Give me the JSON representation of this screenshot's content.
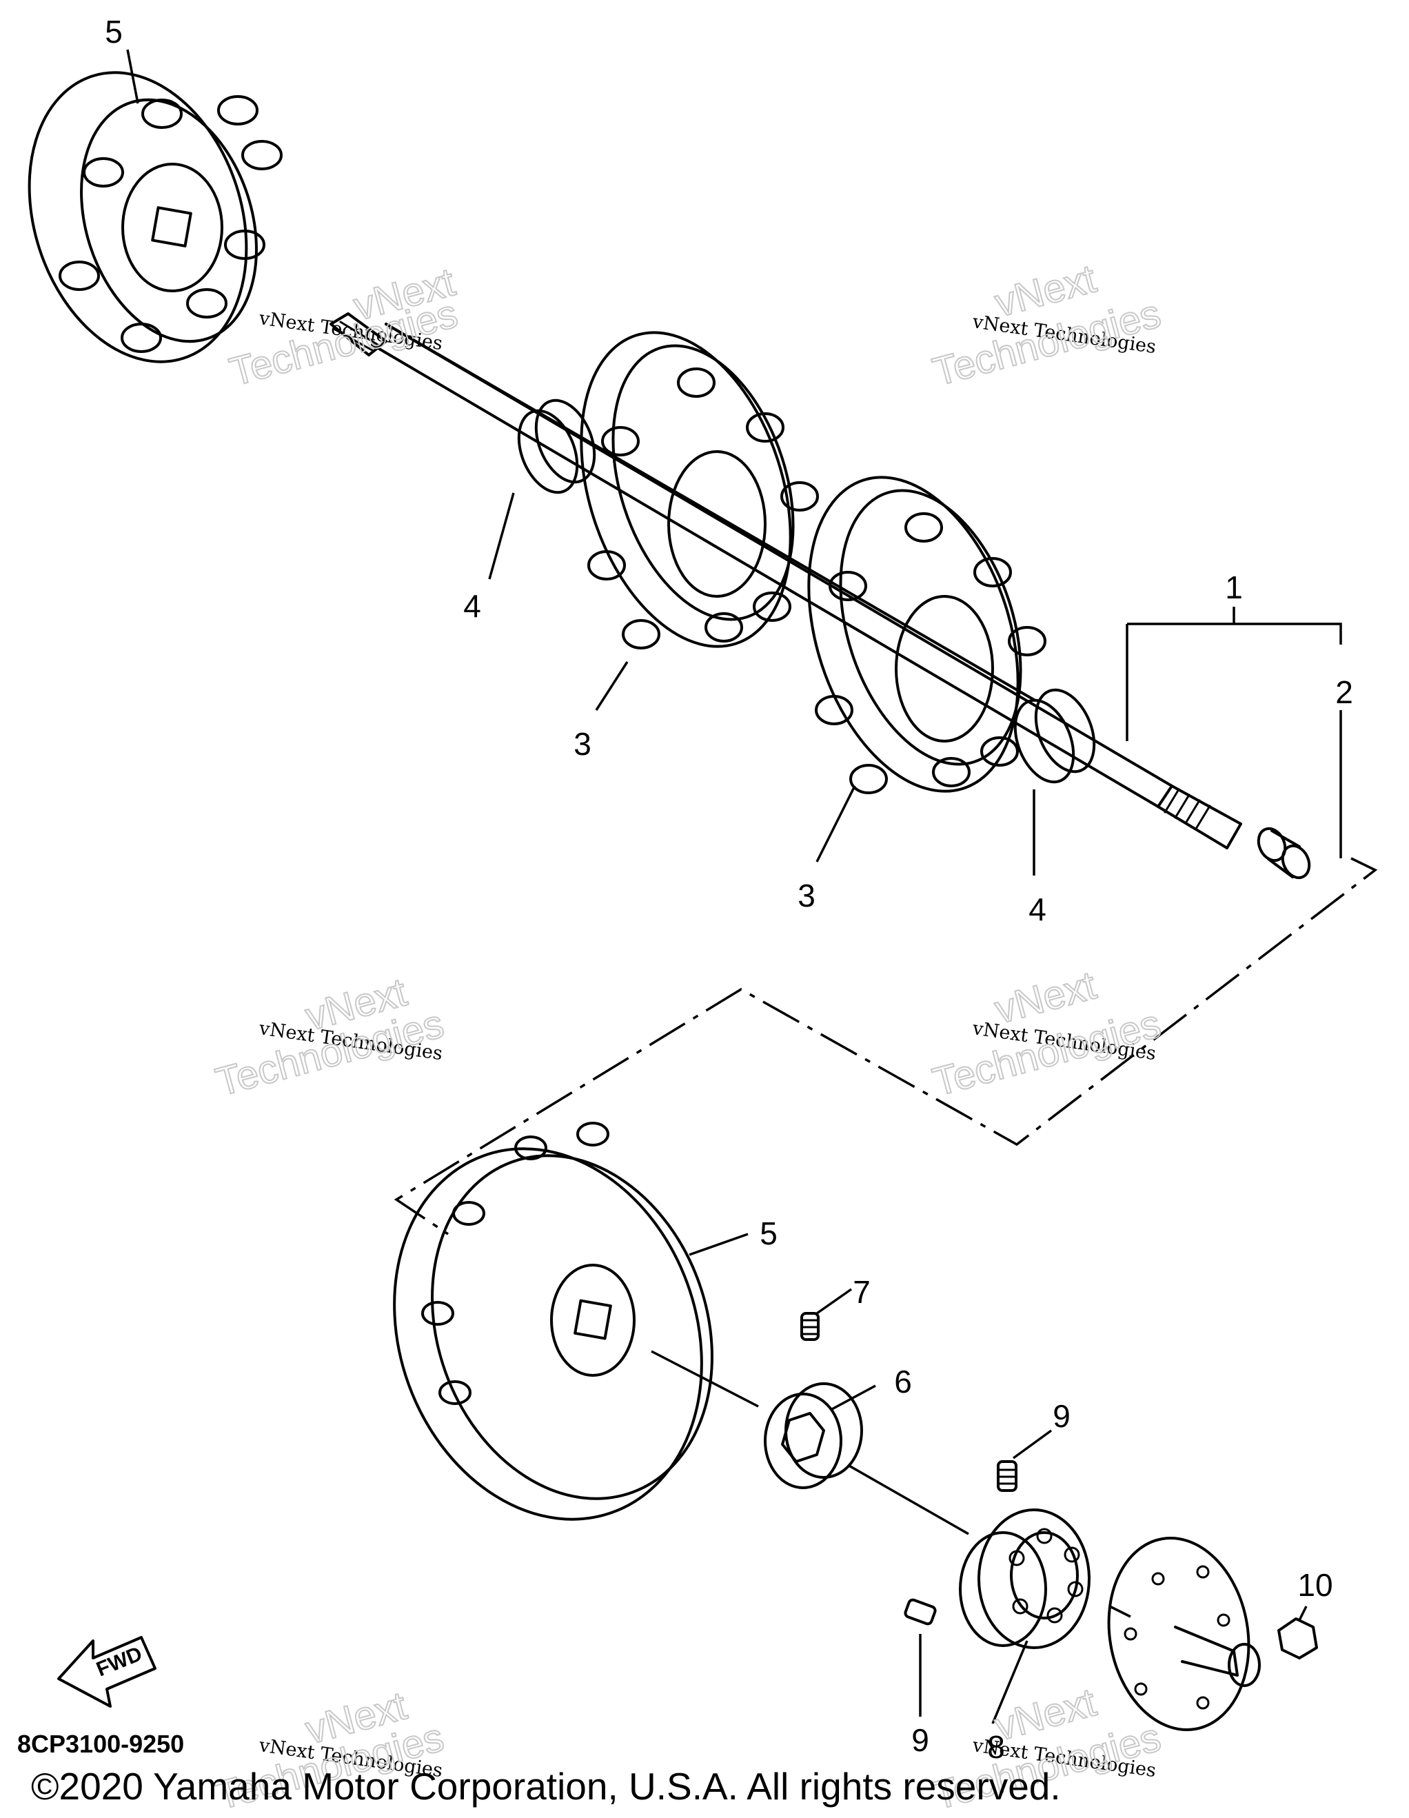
{
  "diagram": {
    "callouts": {
      "c5_top": "5",
      "c4_left": "4",
      "c3_left": "3",
      "c3_right": "3",
      "c4_right": "4",
      "c1": "1",
      "c2": "2",
      "c5_bottom": "5",
      "c7": "7",
      "c6": "6",
      "c9_top": "9",
      "c9_bottom": "9",
      "c8": "8",
      "c10": "10"
    },
    "fwd_label": "FWD",
    "part_code": "8CP3100-9250"
  },
  "watermark": {
    "small": "vNext Technologies",
    "big_line1": "vNext",
    "big_line2": "Technologies"
  },
  "copyright": "©2020 Yamaha Motor Corporation, U.S.A. All rights reserved."
}
